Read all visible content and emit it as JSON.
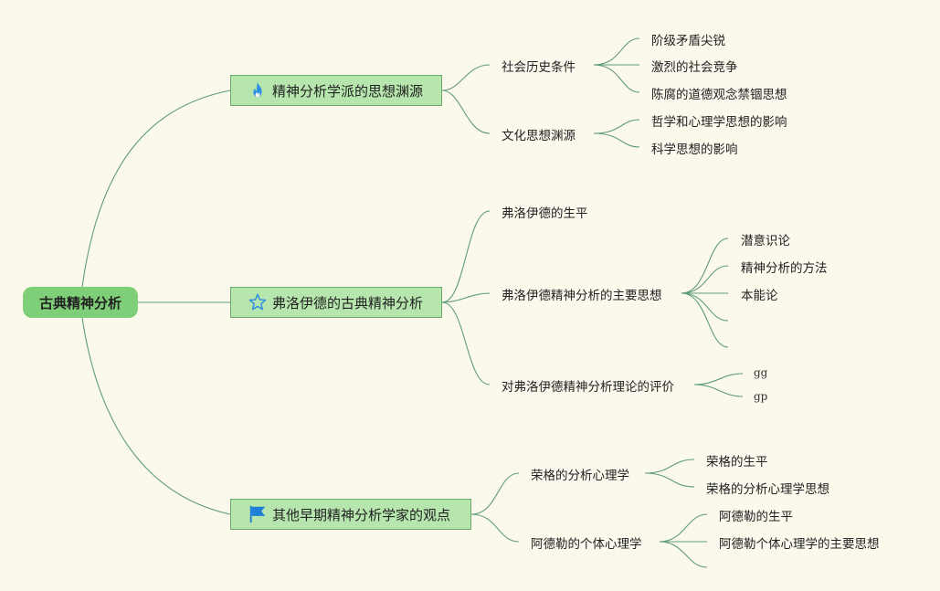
{
  "root": "古典精神分析",
  "branches": [
    {
      "label": "精神分析学派的思想渊源",
      "icon": "flame-icon",
      "children": [
        {
          "label": "社会历史条件",
          "children": [
            "阶级矛盾尖锐",
            "激烈的社会竞争",
            "陈腐的道德观念禁锢思想"
          ]
        },
        {
          "label": "文化思想渊源",
          "children": [
            "哲学和心理学思想的影响",
            "科学思想的影响"
          ]
        }
      ]
    },
    {
      "label": "弗洛伊德的古典精神分析",
      "icon": "star-icon",
      "children": [
        {
          "label": "弗洛伊德的生平",
          "children": []
        },
        {
          "label": "弗洛伊德精神分析的主要思想",
          "children": [
            "潜意识论",
            "精神分析的方法",
            "本能论",
            "",
            ""
          ]
        },
        {
          "label": "对弗洛伊德精神分析理论的评价",
          "children": [
            "gg",
            "gp"
          ]
        }
      ]
    },
    {
      "label": "其他早期精神分析学家的观点",
      "icon": "flag-icon",
      "children": [
        {
          "label": "荣格的分析心理学",
          "children": [
            "荣格的生平",
            "荣格的分析心理学思想"
          ]
        },
        {
          "label": "阿德勒的个体心理学",
          "children": [
            "阿德勒的生平",
            "阿德勒个体心理学的主要思想",
            ""
          ]
        }
      ]
    }
  ],
  "colors": {
    "background": "#fbf8ec",
    "root_fill": "#7fcf78",
    "branch_fill": "#b6e6ae",
    "branch_border": "#6aab6a",
    "connector": "#5f9b7e",
    "flame": "#2f8fe0",
    "star": "#2f8fe0",
    "flag": "#1f7fd6"
  }
}
